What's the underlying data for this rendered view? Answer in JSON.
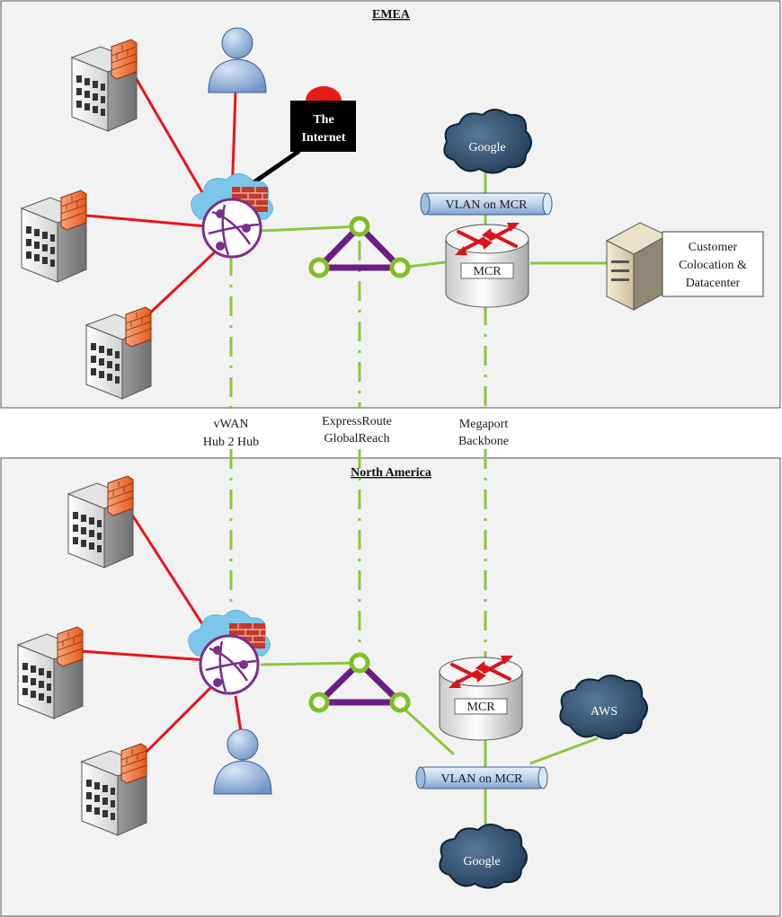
{
  "regions": {
    "emea": {
      "title": "EMEA"
    },
    "north_america": {
      "title": "North America"
    }
  },
  "links": {
    "vwan": {
      "line1": "vWAN",
      "line2": "Hub 2 Hub"
    },
    "expressroute": {
      "line1": "ExpressRoute",
      "line2": "GlobalReach"
    },
    "megaport": {
      "line1": "Megaport",
      "line2": "Backbone"
    }
  },
  "internet": {
    "line1": "The",
    "line2": "Internet"
  },
  "emea_nodes": {
    "google": "Google",
    "vlan": "VLAN on MCR",
    "mcr": "MCR",
    "customer": {
      "line1": "Customer",
      "line2": "Colocation &",
      "line3": "Datacenter"
    }
  },
  "na_nodes": {
    "mcr": "MCR",
    "vlan": "VLAN on MCR",
    "aws": "AWS",
    "google": "Google"
  },
  "colors": {
    "branch_link": "#e8141b",
    "green_link": "#8cc63f",
    "triangle": "#6b1d86",
    "internet_link": "#000000",
    "region_bg": "#f2f2f2"
  }
}
